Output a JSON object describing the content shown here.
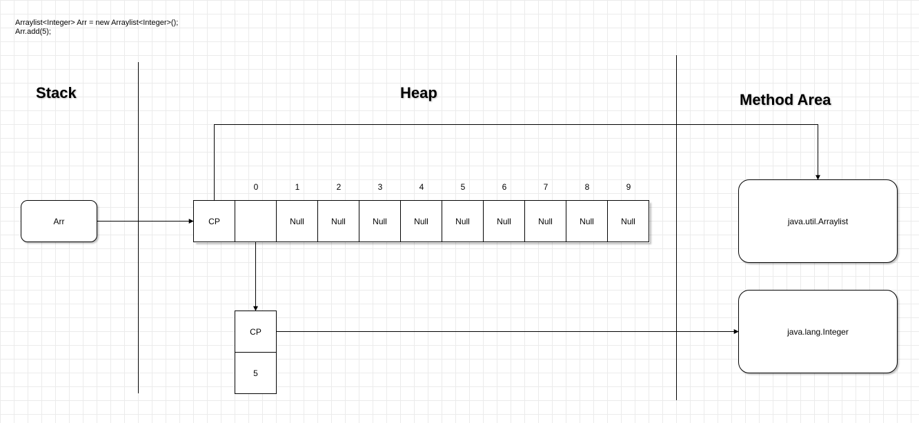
{
  "code": {
    "line1": "Arraylist<Integer> Arr = new Arraylist<Integer>();",
    "line2": "Arr.add(5);"
  },
  "sections": {
    "stack": "Stack",
    "heap": "Heap",
    "method_area": "Method Area"
  },
  "stack_node": {
    "label": "Arr"
  },
  "array": {
    "header_label": "CP",
    "indices": [
      "0",
      "1",
      "2",
      "3",
      "4",
      "5",
      "6",
      "7",
      "8",
      "9"
    ],
    "cells": [
      "",
      "Null",
      "Null",
      "Null",
      "Null",
      "Null",
      "Null",
      "Null",
      "Null",
      "Null"
    ]
  },
  "integer_object": {
    "cp_label": "CP",
    "value": "5"
  },
  "method_area": {
    "arraylist_class": "java.util.Arraylist",
    "integer_class": "java.lang.Integer"
  }
}
